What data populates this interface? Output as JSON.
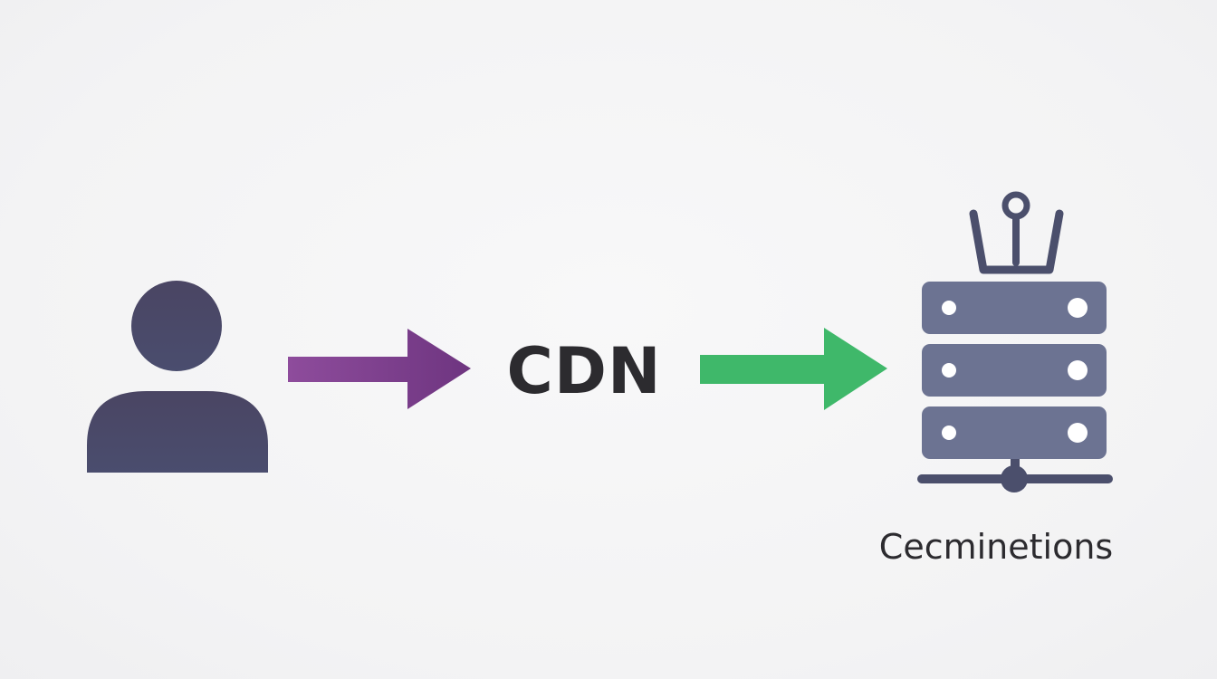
{
  "diagram": {
    "nodes": [
      {
        "id": "user",
        "icon": "user-icon",
        "color": "#4a4767"
      },
      {
        "id": "cdn",
        "label": "CDN",
        "color": "#2c2b2f"
      },
      {
        "id": "server",
        "icon": "server-rack-icon",
        "caption": "Cecminetions",
        "color": "#6c7392",
        "dark": "#4b4f6c"
      }
    ],
    "edges": [
      {
        "from": "user",
        "to": "cdn",
        "color": "#7a3f8a",
        "gradient_start": "#8e4c9c",
        "gradient_end": "#6e3580"
      },
      {
        "from": "cdn",
        "to": "server",
        "color": "#3fb86a"
      }
    ]
  }
}
